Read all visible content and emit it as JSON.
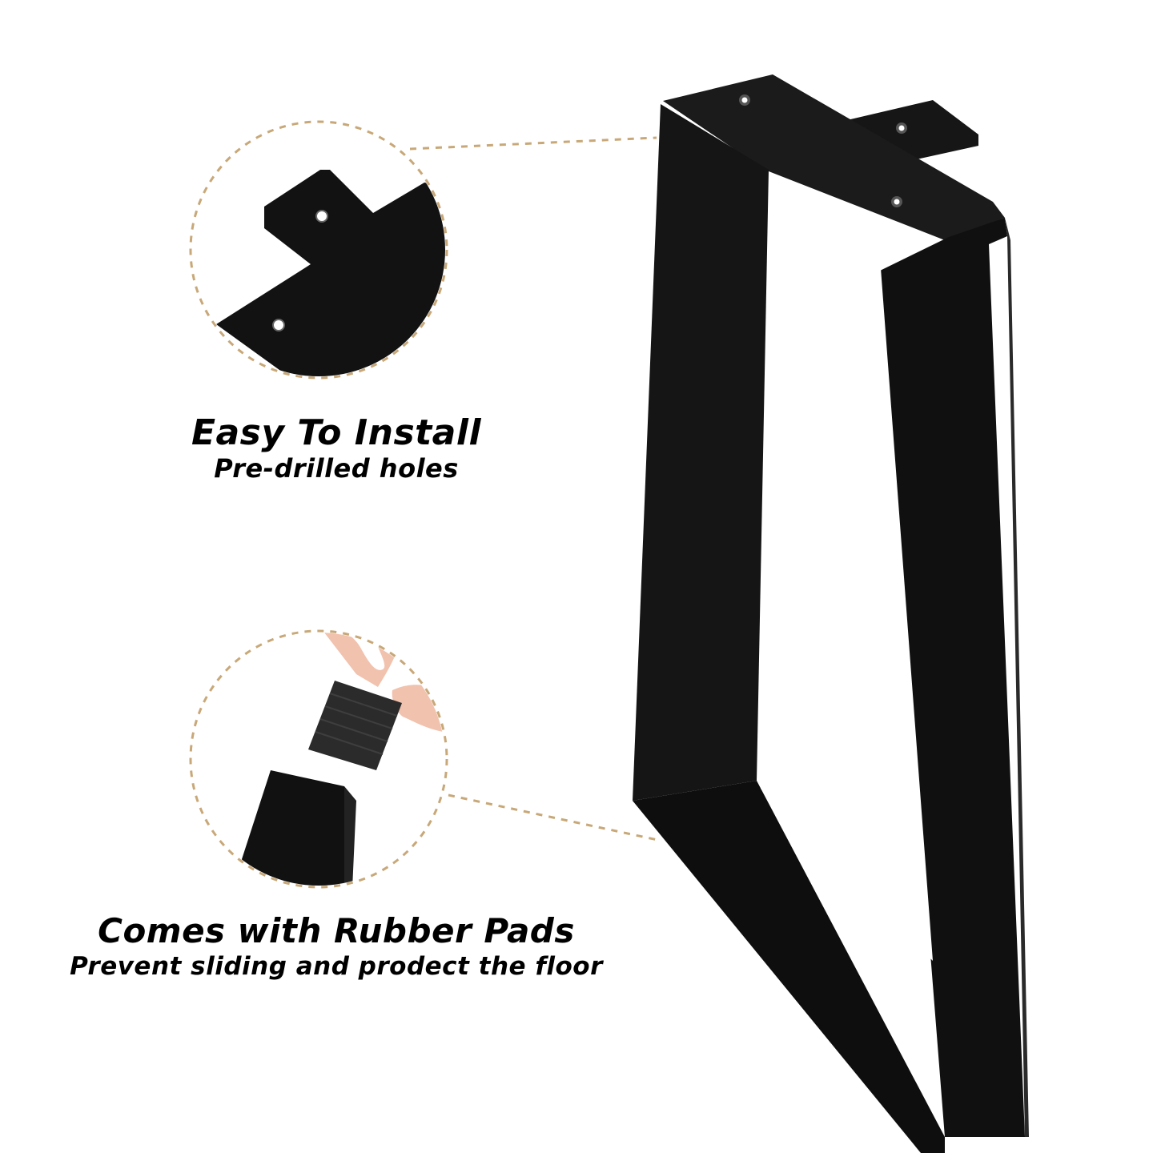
{
  "feature_install": {
    "title": "Easy To Install",
    "subtitle": "Pre-drilled holes"
  },
  "feature_pads": {
    "title": "Comes with Rubber Pads",
    "subtitle": "Prevent sliding and prodect the floor"
  },
  "colors": {
    "background": "#ffffff",
    "metal": "#111111",
    "metal_edge": "#2a2a2a",
    "dashed_line": "#c8a878",
    "skin": "#f1c2ad",
    "rubber_pad": "#2b2b2b"
  }
}
